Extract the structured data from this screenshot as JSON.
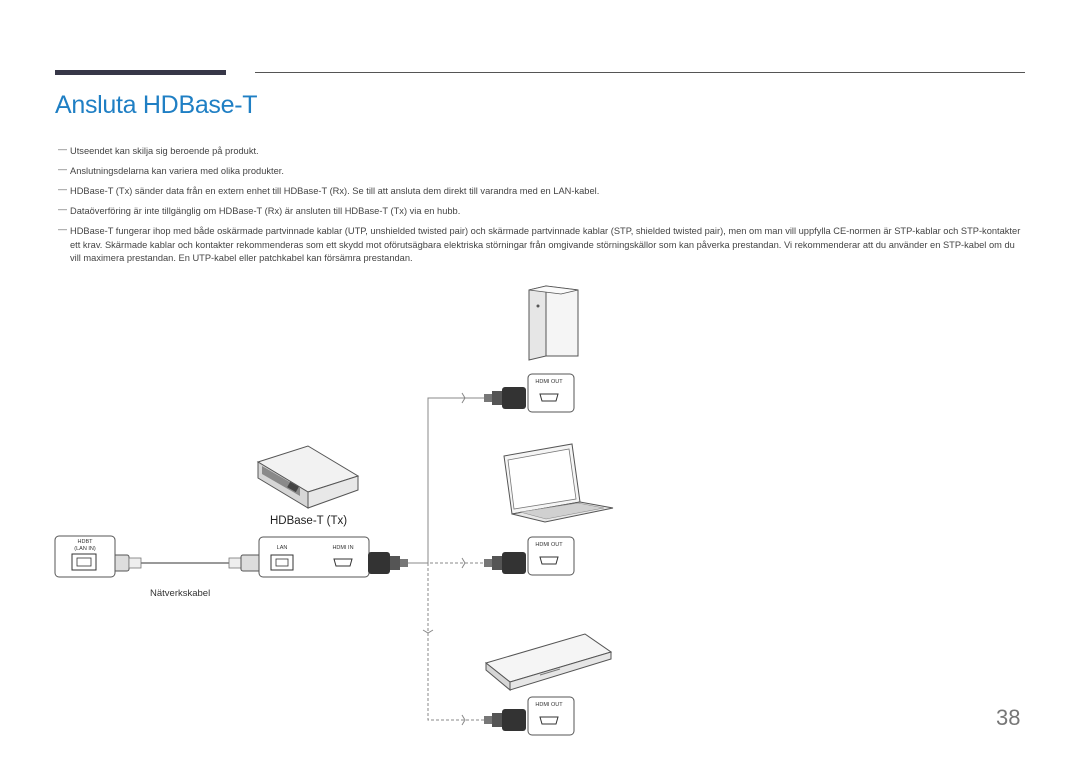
{
  "page": {
    "title": "Ansluta HDBase-T",
    "page_number": "38"
  },
  "notes": [
    "Utseendet kan skilja sig beroende på produkt.",
    "Anslutningsdelarna kan variera med olika produkter.",
    "HDBase-T (Tx) sänder data från en extern enhet till HDBase-T (Rx). Se till att ansluta dem direkt till varandra med en LAN-kabel.",
    "Dataöverföring är inte tillgänglig om HDBase-T (Rx) är ansluten till HDBase-T (Tx) via en hubb.",
    "HDBase-T fungerar ihop med både oskärmade partvinnade kablar (UTP, unshielded twisted pair) och skärmade partvinnade kablar (STP, shielded twisted pair), men om man vill uppfylla CE-normen är STP-kablar och STP-kontakter ett krav. Skärmade kablar och kontakter rekommenderas som ett skydd mot oförutsägbara elektriska störningar från omgivande störningskällor som kan påverka prestandan. Vi rekommenderar att du använder en STP-kabel om du vill maximera prestandan. En UTP-kabel eller patchkabel kan försämra prestandan."
  ],
  "diagram": {
    "tx_label": "HDBase-T (Tx)",
    "hdbt_port_line1": "HDBT",
    "hdbt_port_line2": "(LAN IN)",
    "lan_port_label": "LAN",
    "hdmi_in_label": "HDMI IN",
    "hdmi_out_pc": "HDMI OUT",
    "hdmi_out_laptop": "HDMI OUT",
    "hdmi_out_player": "HDMI OUT",
    "cable_label": "Nätverkskabel"
  }
}
